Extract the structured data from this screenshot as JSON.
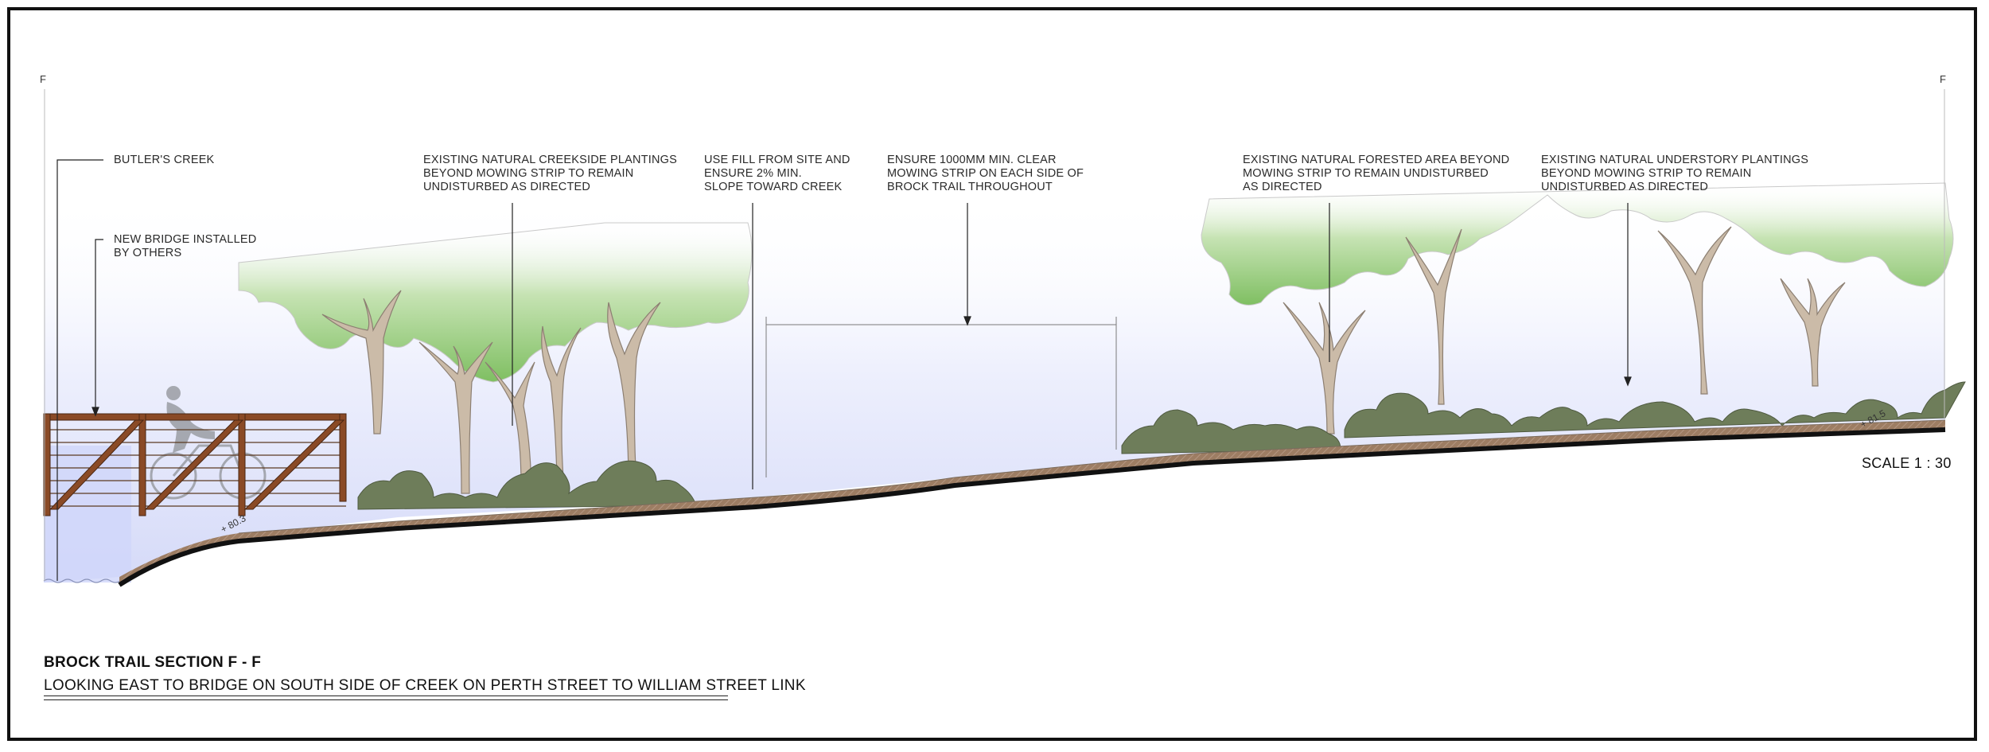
{
  "section_marks": {
    "left": "F",
    "right": "F"
  },
  "annotations": [
    {
      "id": "creek",
      "lines": [
        "BUTLER'S CREEK"
      ]
    },
    {
      "id": "bridge",
      "lines": [
        "NEW BRIDGE INSTALLED",
        "BY OTHERS"
      ]
    },
    {
      "id": "creekside",
      "lines": [
        "EXISTING NATURAL CREEKSIDE PLANTINGS",
        "BEYOND MOWING STRIP TO REMAIN",
        "UNDISTURBED AS DIRECTED"
      ]
    },
    {
      "id": "fill",
      "lines": [
        "USE FILL FROM SITE AND",
        "ENSURE 2% MIN.",
        "SLOPE TOWARD CREEK"
      ]
    },
    {
      "id": "mowing",
      "lines": [
        "ENSURE 1000mm MIN. CLEAR",
        "MOWING STRIP ON EACH SIDE OF",
        "BROCK TRAIL THROUGHOUT"
      ]
    },
    {
      "id": "forested",
      "lines": [
        "EXISTING NATURAL FORESTED AREA BEYOND",
        "MOWING STRIP TO REMAIN UNDISTURBED",
        "AS DIRECTED"
      ]
    },
    {
      "id": "understory",
      "lines": [
        "EXISTING NATURAL UNDERSTORY PLANTINGS",
        "BEYOND MOWING STRIP TO REMAIN",
        "UNDISTURBED AS DIRECTED"
      ]
    }
  ],
  "elevations": {
    "left": "+ 80.3",
    "right": "+ 81.5"
  },
  "scale": "SCALE 1 : 30",
  "title": "BROCK TRAIL SECTION F - F",
  "subtitle": "LOOKING EAST TO BRIDGE ON SOUTH SIDE OF CREEK ON PERTH STREET TO WILLIAM STREET LINK",
  "colors": {
    "sky": "#dfe3fb",
    "canopy": "#a6d28c",
    "shrub": "#6b7a57",
    "soil": "#9b7b62",
    "bridge": "#8a4a26",
    "trunk": "#c9b9a6"
  }
}
